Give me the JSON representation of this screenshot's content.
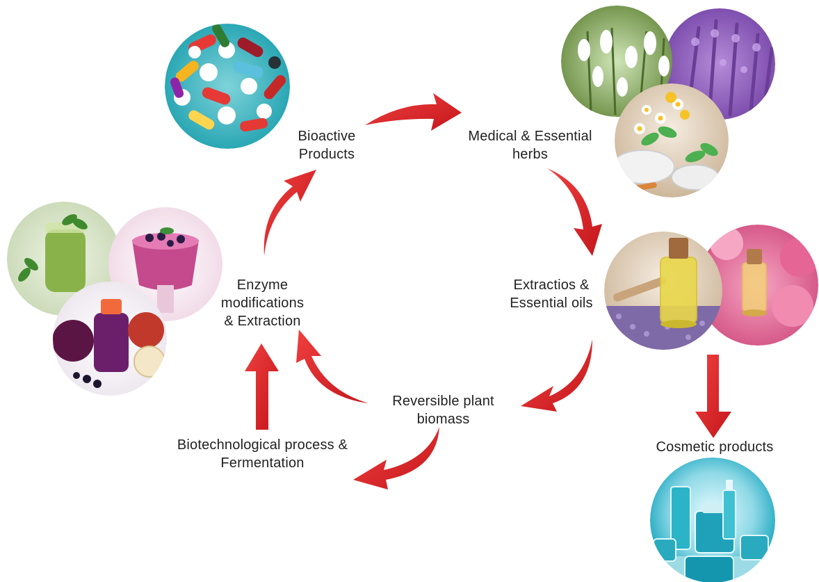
{
  "labels": {
    "bioactive": [
      "Bioactive",
      "Products"
    ],
    "herbs": [
      "Medical & Essential",
      "herbs"
    ],
    "oils": [
      "Extractios &",
      "Essential oils"
    ],
    "biomass": [
      "Reversible plant",
      "biomass"
    ],
    "fermentation": [
      "Biotechnological process &",
      "Fermentation"
    ],
    "enzyme": [
      "Enzyme",
      "modifications",
      "& Extraction"
    ],
    "cosmetic": [
      "Cosmetic products"
    ]
  },
  "colors": {
    "arrow": "#e3262b",
    "arrow_dark": "#a8141a",
    "text": "#222222"
  },
  "images": {
    "pills": "pills-photo",
    "herbs": "herbs-flowers-photo",
    "oils": "essential-oils-photo",
    "smoothies": "smoothies-photo",
    "cosmetics": "cosmetics-photo"
  }
}
